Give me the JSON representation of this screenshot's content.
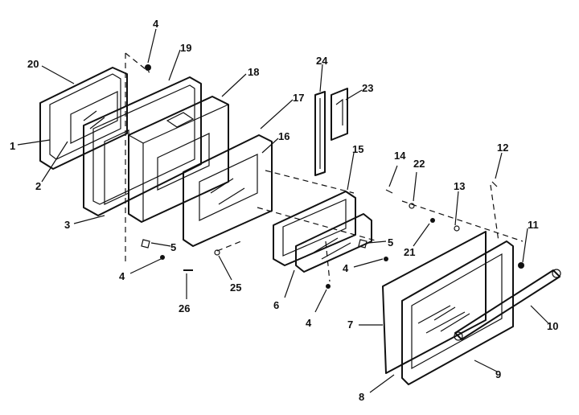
{
  "callouts": [
    {
      "id": "c20",
      "text": "20"
    },
    {
      "id": "c19",
      "text": "19"
    },
    {
      "id": "c4a",
      "text": "4"
    },
    {
      "id": "c18",
      "text": "18"
    },
    {
      "id": "c24",
      "text": "24"
    },
    {
      "id": "c23",
      "text": "23"
    },
    {
      "id": "c17",
      "text": "17"
    },
    {
      "id": "c1",
      "text": "1"
    },
    {
      "id": "c2",
      "text": "2"
    },
    {
      "id": "c16",
      "text": "16"
    },
    {
      "id": "c15",
      "text": "15"
    },
    {
      "id": "c14",
      "text": "14"
    },
    {
      "id": "c22",
      "text": "22"
    },
    {
      "id": "c12",
      "text": "12"
    },
    {
      "id": "c13",
      "text": "13"
    },
    {
      "id": "c3",
      "text": "3"
    },
    {
      "id": "c5a",
      "text": "5"
    },
    {
      "id": "c5b",
      "text": "5"
    },
    {
      "id": "c11",
      "text": "11"
    },
    {
      "id": "c21",
      "text": "21"
    },
    {
      "id": "c4b",
      "text": "4"
    },
    {
      "id": "c4c",
      "text": "4"
    },
    {
      "id": "c25",
      "text": "25"
    },
    {
      "id": "c26",
      "text": "26"
    },
    {
      "id": "c6",
      "text": "6"
    },
    {
      "id": "c4d",
      "text": "4"
    },
    {
      "id": "c7",
      "text": "7"
    },
    {
      "id": "c10",
      "text": "10"
    },
    {
      "id": "c9",
      "text": "9"
    },
    {
      "id": "c8",
      "text": "8"
    }
  ]
}
